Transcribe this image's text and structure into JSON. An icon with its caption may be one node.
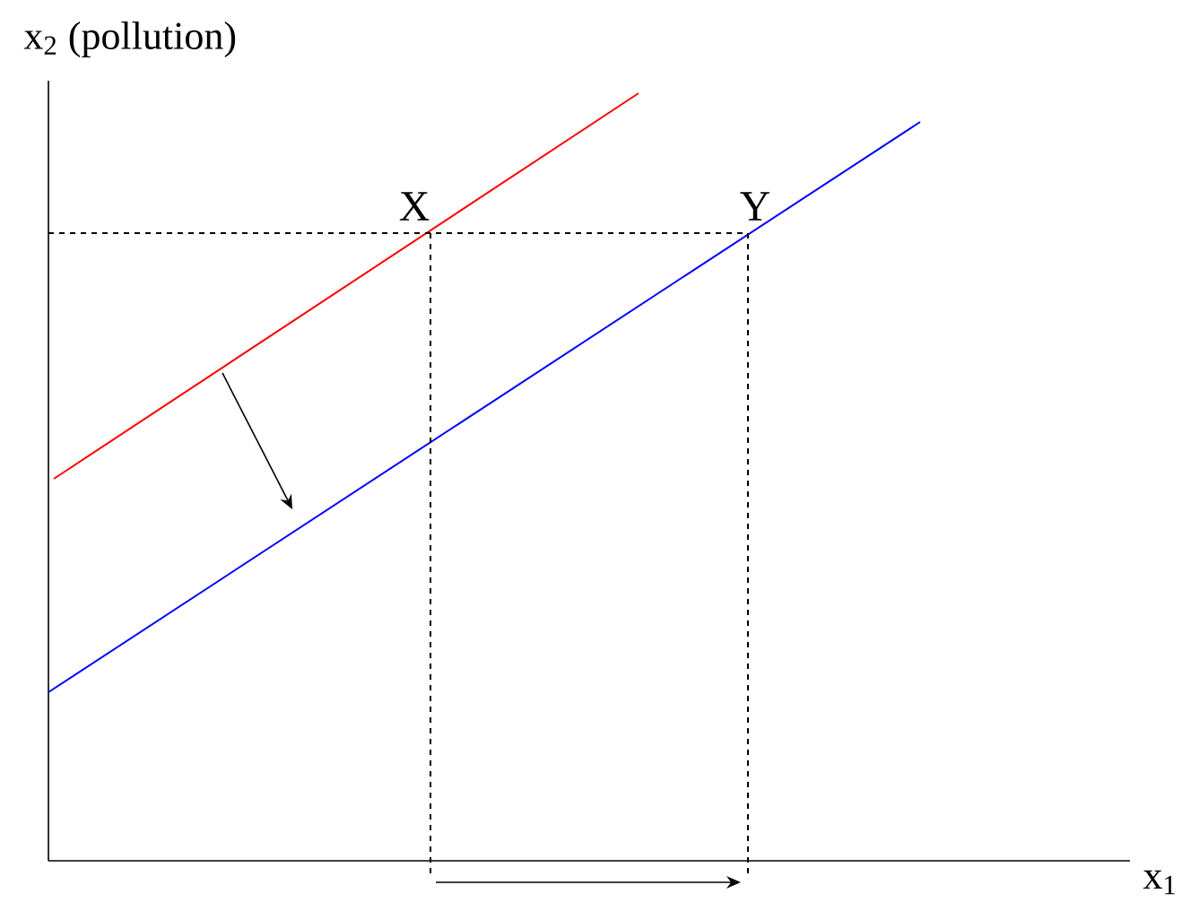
{
  "diagram": {
    "labels": [
      "x$_{2}$ (pollution)",
      "X",
      "Y",
      "x$_{1}$"
    ]
  }
}
